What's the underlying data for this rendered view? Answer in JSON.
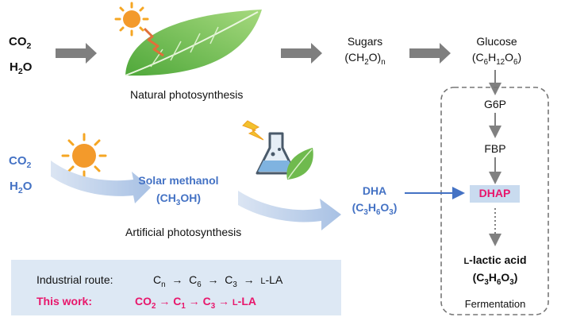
{
  "natural": {
    "reactant_co2": "CO2",
    "reactant_h2o": "H2O",
    "label": "Natural photosynthesis",
    "sugars_label": "Sugars",
    "sugars_formula": "(CH2O)n",
    "glucose_label": "Glucose",
    "glucose_formula": "(C6H12O6)"
  },
  "artificial": {
    "reactant_co2": "CO2",
    "reactant_h2o": "H2O",
    "methanol_label": "Solar methanol",
    "methanol_formula": "(CH3OH)",
    "dha_label": "DHA",
    "dha_formula": "(C3H6O3)",
    "label": "Artificial photosynthesis"
  },
  "fermentation": {
    "g6p": "G6P",
    "fbp": "FBP",
    "dhap": "DHAP",
    "product_label": "L-lactic acid",
    "product_formula": "(C3H6O3)",
    "box_label": "Fermentation"
  },
  "routes": {
    "industrial_label": "Industrial route:",
    "industrial_path": "Cn → C6 → C3 → L-LA",
    "this_work_label": "This work:",
    "this_work_path": "CO2 → C1 → C3 → L-LA"
  },
  "colors": {
    "blue": "#4472c4",
    "pink": "#e8166b",
    "route_box": "#dde8f4",
    "dhap_box": "#c9dbef",
    "gray_arrow": "#808080",
    "leaf": "#7cc25a",
    "sun": "#f5a623"
  },
  "icons": [
    "sun-icon",
    "leaf-icon",
    "flask-icon",
    "lightning-icon"
  ]
}
